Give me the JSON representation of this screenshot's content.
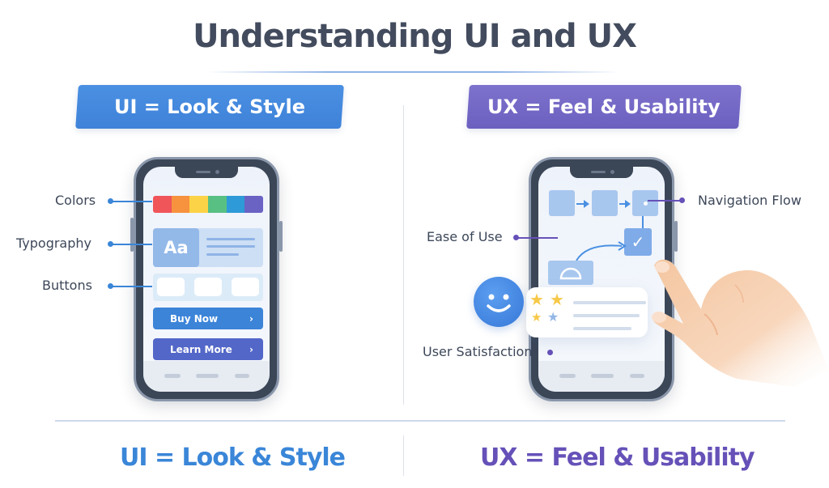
{
  "title": "Understanding UI and UX",
  "banners": {
    "ui": "UI = Look & Style",
    "ux": "UX = Feel & Usability"
  },
  "ui_phone": {
    "callouts": [
      "Colors",
      "Typography",
      "Buttons"
    ],
    "palette": [
      "#f0555a",
      "#f7923f",
      "#fcd346",
      "#58c083",
      "#2e9ad8",
      "#6a63c4"
    ],
    "typography_sample": "Aa",
    "buttons": [
      {
        "label": "Buy Now",
        "chevron": "›"
      },
      {
        "label": "Learn More",
        "chevron": "›"
      }
    ]
  },
  "ux_phone": {
    "callouts": {
      "navigation": "Navigation Flow",
      "ease": "Ease of Use",
      "satisfaction": "User Satisfaction"
    },
    "rating_stars": [
      "★",
      "★",
      "★",
      "★"
    ],
    "check_glyph": "✓"
  },
  "footer": {
    "ui": "UI = Look & Style",
    "ux": "UX = Feel & Usability"
  },
  "colors": {
    "ui_accent": "#3a86d8",
    "ux_accent": "#6651b8",
    "title": "#434c5e"
  }
}
